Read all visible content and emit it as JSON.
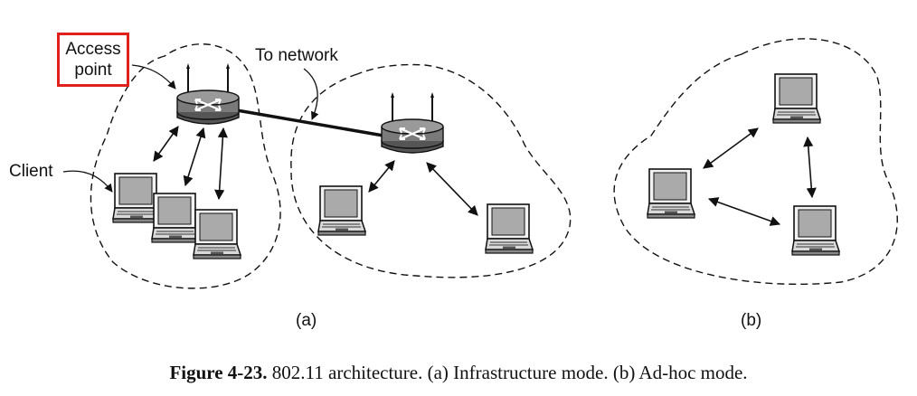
{
  "labels": {
    "access_point_line1": "Access",
    "access_point_line2": "point",
    "client": "Client",
    "to_network": "To network",
    "panel_a": "(a)",
    "panel_b": "(b)"
  },
  "caption": {
    "figure_number": "Figure 4-23.",
    "text": "802.11 architecture. (a) Infrastructure mode. (b) Ad-hoc mode."
  },
  "colors": {
    "highlight_box": "#e0201b",
    "device_fill": "#888888",
    "screen_fill": "#aaaaaa",
    "line": "#111111"
  },
  "icons": {
    "access_point": "router-icon",
    "client": "laptop-icon"
  }
}
